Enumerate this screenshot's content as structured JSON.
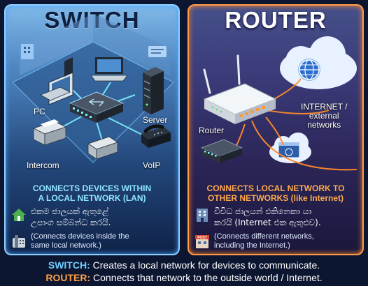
{
  "switch": {
    "title": "SWITCH",
    "labels": {
      "pc": "PC",
      "server": "Server",
      "intercom": "Intercom",
      "voip": "VoIP"
    },
    "caption_line1": "CONNECTS DEVICES WITHIN",
    "caption_line2": "A LOCAL NETWORK (LAN)",
    "sinhala_line1": "එකම ජාලයක් ඇතුළේ",
    "sinhala_line2": "උපාංග සම්බන්ධ කරයි.",
    "english_line1": "(Connects devices inside the",
    "english_line2": "same local network.)",
    "accent_color": "#8fe6ff"
  },
  "router": {
    "title": "ROUTER",
    "labels": {
      "router": "Router",
      "internet_line1": "INTERNET /",
      "internet_line2": "external",
      "internet_line3": "networks"
    },
    "caption_line1": "CONNECTS LOCAL NETWORK TO",
    "caption_line2": "OTHER NETWORKS (like Internet)",
    "sinhala_line1": "විවිධ ජාලයන් එකිනෙකා යා",
    "sinhala_line2": "කරයි (Internet එක ඇතුළුව).",
    "english_line1": "(Connects different networks,",
    "english_line2": "including the Internet.)",
    "post_sign": "POST",
    "accent_color": "#ffa94d"
  },
  "footer": {
    "line1_key": "SWITCH:",
    "line1_text": " Creates a local network for devices to communicate.",
    "line2_key": "ROUTER:",
    "line2_text": " Connects that network to the outside world / Internet."
  }
}
